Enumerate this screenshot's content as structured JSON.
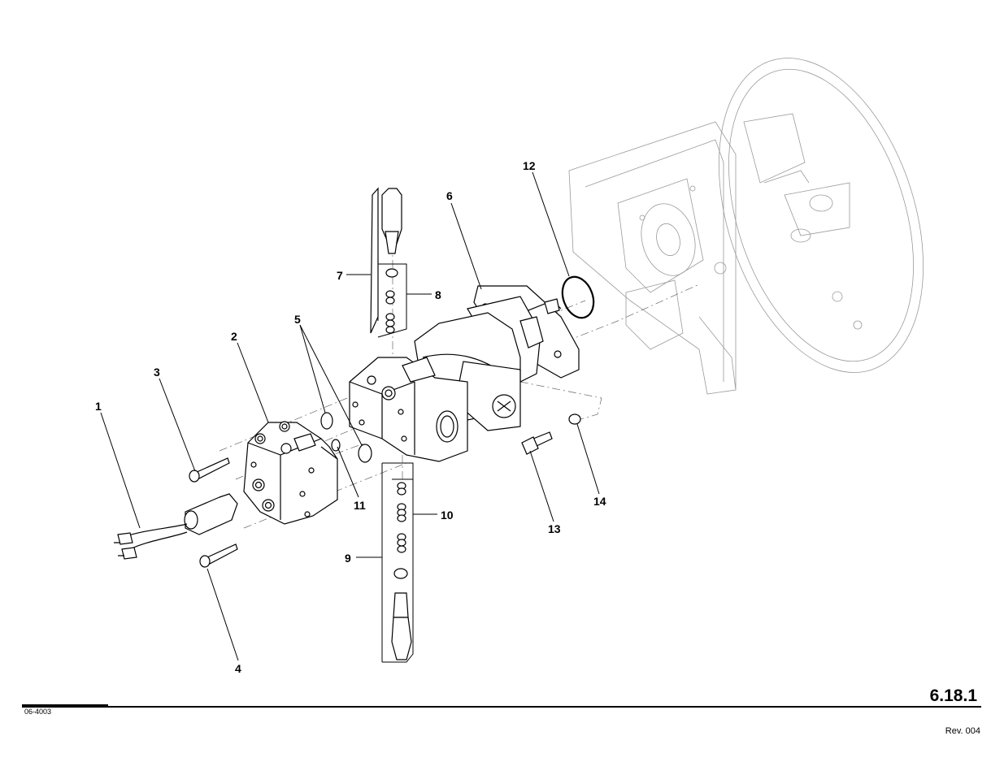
{
  "callouts": [
    {
      "id": "1",
      "label": "1"
    },
    {
      "id": "2",
      "label": "2"
    },
    {
      "id": "3",
      "label": "3"
    },
    {
      "id": "4",
      "label": "4"
    },
    {
      "id": "5",
      "label": "5"
    },
    {
      "id": "6",
      "label": "6"
    },
    {
      "id": "7",
      "label": "7"
    },
    {
      "id": "8",
      "label": "8"
    },
    {
      "id": "9",
      "label": "9"
    },
    {
      "id": "10",
      "label": "10"
    },
    {
      "id": "11",
      "label": "11"
    },
    {
      "id": "12",
      "label": "12"
    },
    {
      "id": "13",
      "label": "13"
    },
    {
      "id": "14",
      "label": "14"
    }
  ],
  "footer": {
    "page_number": "6.18.1",
    "drawing_id": "06-4003",
    "revision": "Rev. 004"
  }
}
